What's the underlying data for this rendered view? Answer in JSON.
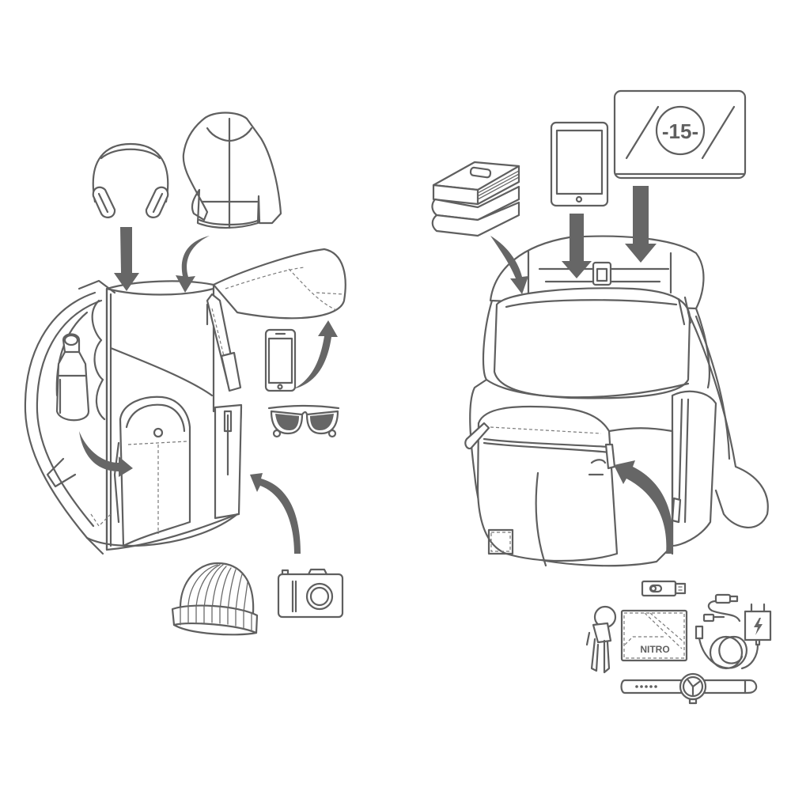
{
  "illustration": {
    "description": "Line-art illustration of two backpacks with items being packed into them",
    "stroke_color": "#5f5f5f",
    "arrow_color": "#666666",
    "background": "#ffffff"
  },
  "left_backpack": {
    "items": [
      {
        "name": "headphones",
        "icon": "headphones-icon"
      },
      {
        "name": "hooded jacket",
        "icon": "jacket-icon"
      },
      {
        "name": "water bottle",
        "icon": "bottle-icon"
      },
      {
        "name": "smartphone",
        "icon": "phone-icon"
      },
      {
        "name": "sunglasses",
        "icon": "sunglasses-icon"
      },
      {
        "name": "beanie",
        "icon": "beanie-icon"
      },
      {
        "name": "camera",
        "icon": "camera-icon"
      }
    ]
  },
  "right_backpack": {
    "items": [
      {
        "name": "books",
        "icon": "books-icon"
      },
      {
        "name": "tablet",
        "icon": "tablet-icon"
      },
      {
        "name": "laptop",
        "icon": "laptop-icon",
        "label": "-15-"
      },
      {
        "name": "usb stick",
        "icon": "usb-stick-icon"
      },
      {
        "name": "usb cable",
        "icon": "cable-icon"
      },
      {
        "name": "charger",
        "icon": "charger-icon"
      },
      {
        "name": "keys",
        "icon": "keys-icon"
      },
      {
        "name": "wallet",
        "icon": "wallet-icon",
        "label": "NITRO"
      },
      {
        "name": "watch",
        "icon": "watch-icon"
      }
    ]
  },
  "labels": {
    "laptop_size": "-15-",
    "wallet_brand": "NITRO"
  }
}
